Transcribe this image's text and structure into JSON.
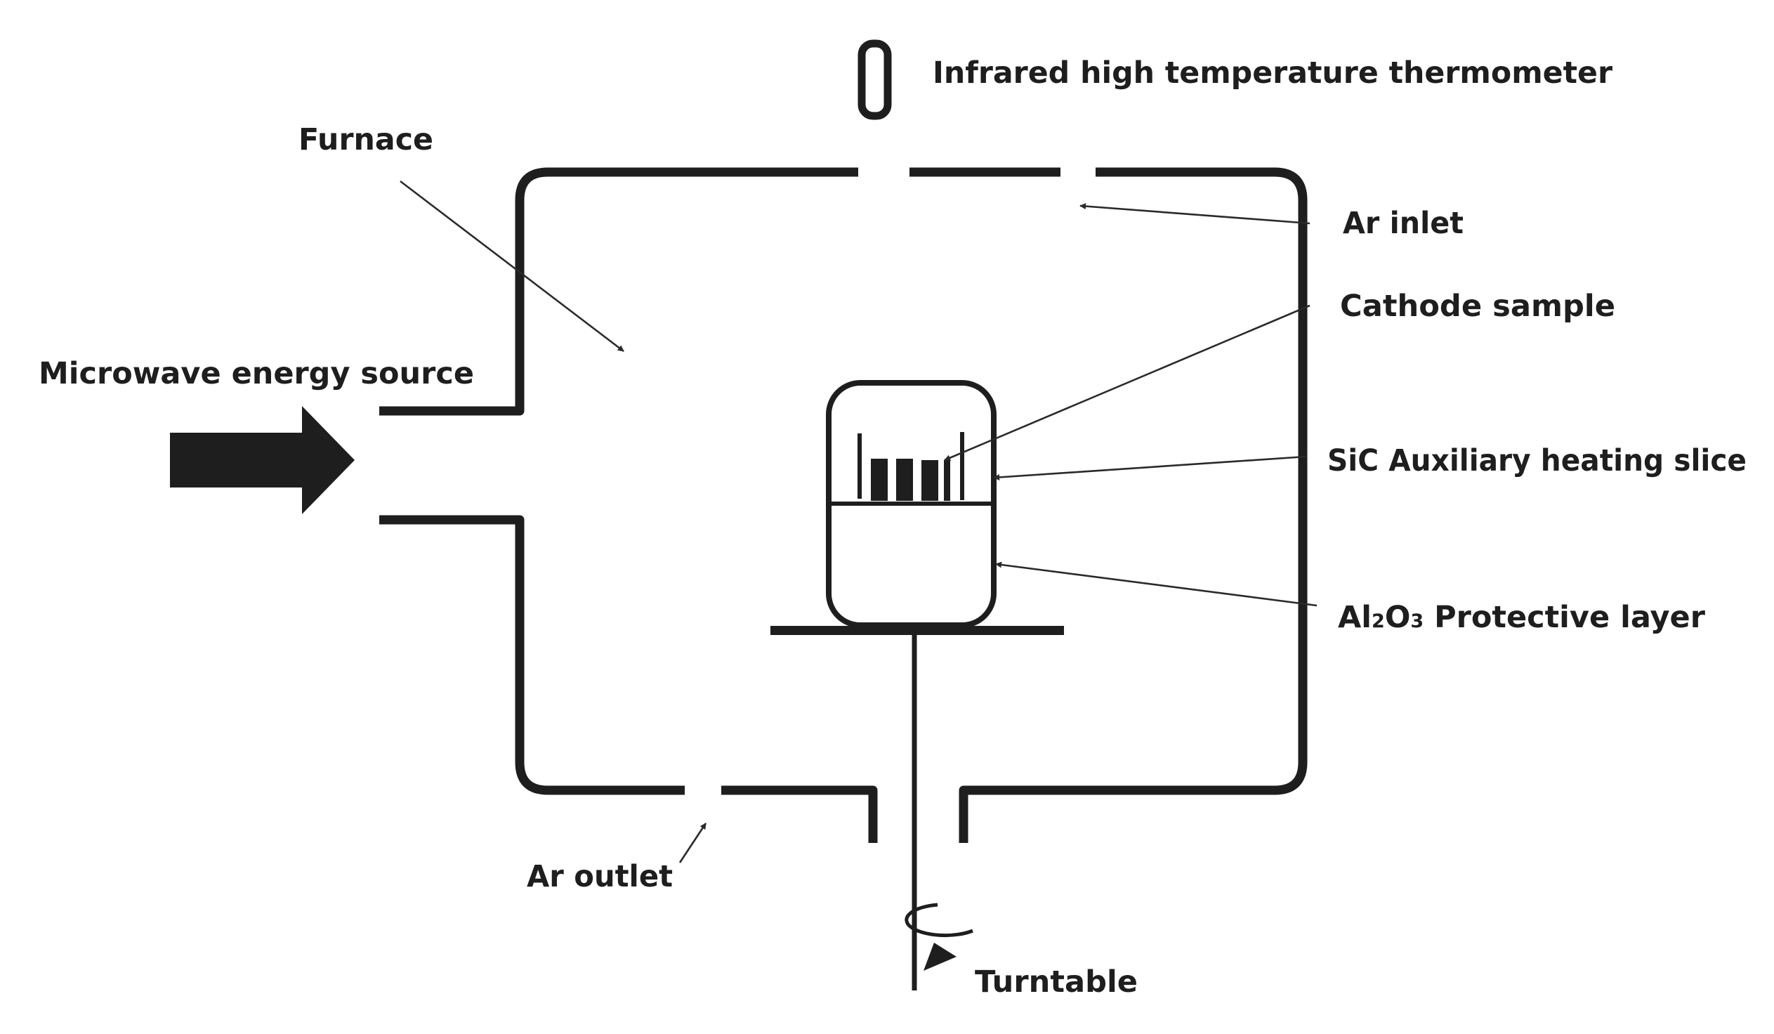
{
  "labels": {
    "thermometer": "Infrared high temperature thermometer",
    "furnace": "Furnace",
    "ar_inlet": "Ar inlet",
    "cathode_sample": "Cathode sample",
    "microwave_source": "Microwave energy source",
    "sic_slice": "SiC Auxiliary heating slice",
    "protective_layer_al": "Al",
    "protective_layer_sub2": "2",
    "protective_layer_o": "O",
    "protective_layer_sub3": "3",
    "protective_layer_rest": " Protective layer",
    "ar_outlet": "Ar outlet",
    "turntable": "Turntable"
  }
}
